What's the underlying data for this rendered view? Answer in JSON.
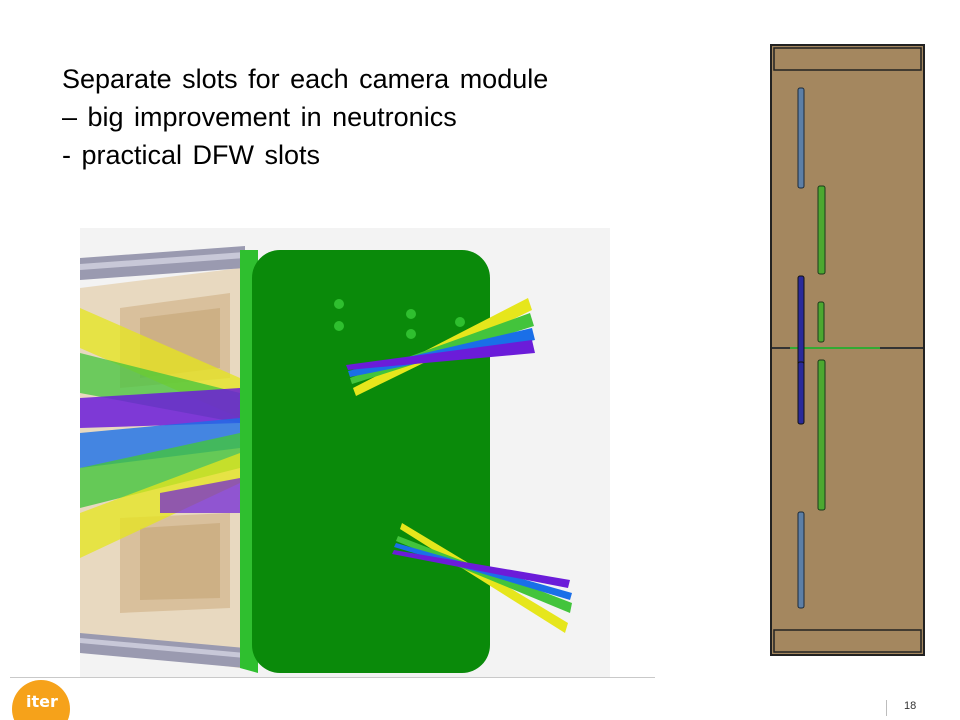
{
  "slide": {
    "bullets": [
      "Separate slots for each camera module",
      "– big improvement in neutronics",
      "- practical DFW slots"
    ],
    "page_number": "18"
  },
  "logo": {
    "text": "iter"
  },
  "colors": {
    "plate_green": "#0a8a0a",
    "shielding_tan": "#a4875f",
    "beam_yellow": "#e6e61c",
    "beam_purple": "#6b1cd9",
    "beam_blue": "#1a6fe8",
    "beam_green": "#43c43c",
    "logo_orange": "#f6a21a"
  }
}
